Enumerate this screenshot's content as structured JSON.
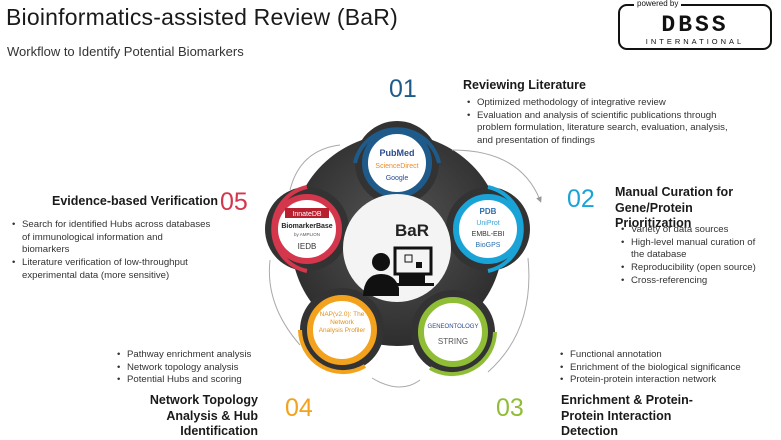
{
  "header": {
    "title": "Bioinformatics-assisted Review (BaR)",
    "subtitle": "Workflow to Identify Potential Biomarkers"
  },
  "logo": {
    "powered_by": "powered by",
    "name": "DBSS",
    "sub": "INTERNATIONAL"
  },
  "center": {
    "label": "BaR",
    "icon": "person-at-computer-icon"
  },
  "colors": {
    "step01": "#1f5b8a",
    "step02": "#1aa3d6",
    "step03": "#8fbe36",
    "step04": "#f2a21c",
    "step05": "#d4364c"
  },
  "steps": [
    {
      "number": "01",
      "title": "Reviewing Literature",
      "bullets": [
        "Optimized methodology of integrative review",
        "Evaluation and analysis of scientific publications through problem formulation, literature search, evaluation, analysis, and presentation of findings"
      ],
      "circle_labels": [
        "PubMed",
        "ScienceDirect",
        "Google"
      ]
    },
    {
      "number": "02",
      "title": "Manual Curation for Gene/Protein Prioritization",
      "bullets": [
        "Variety of data sources",
        "High-level manual curation of the database",
        "Reproducibility (open source)",
        "Cross-referencing"
      ],
      "circle_labels": [
        "PDB",
        "UniProt",
        "EMBL-EBI",
        "BioGPS"
      ]
    },
    {
      "number": "03",
      "title": "Enrichment & Protein-Protein Interaction Detection",
      "bullets": [
        "Functional annotation",
        "Enrichment of the biological significance",
        "Protein-protein interaction network"
      ],
      "circle_labels": [
        "GENEONTOLOGY",
        "STRING"
      ]
    },
    {
      "number": "04",
      "title": "Network Topology Analysis & Hub Identification",
      "bullets": [
        "Pathway enrichment analysis",
        "Network topology analysis",
        "Potential Hubs and scoring"
      ],
      "circle_labels": [
        "NAP(v2.0): The Network Analysis Profiler"
      ]
    },
    {
      "number": "05",
      "title": "Evidence-based Verification",
      "bullets": [
        "Search for identified Hubs across databases of immunological information and biomarkers",
        "Literature verification of low-throughput experimental data (more sensitive)"
      ],
      "circle_labels": [
        "InnateDB",
        "BiomarkerBase",
        "by AMPLION",
        "IEDB"
      ]
    }
  ]
}
